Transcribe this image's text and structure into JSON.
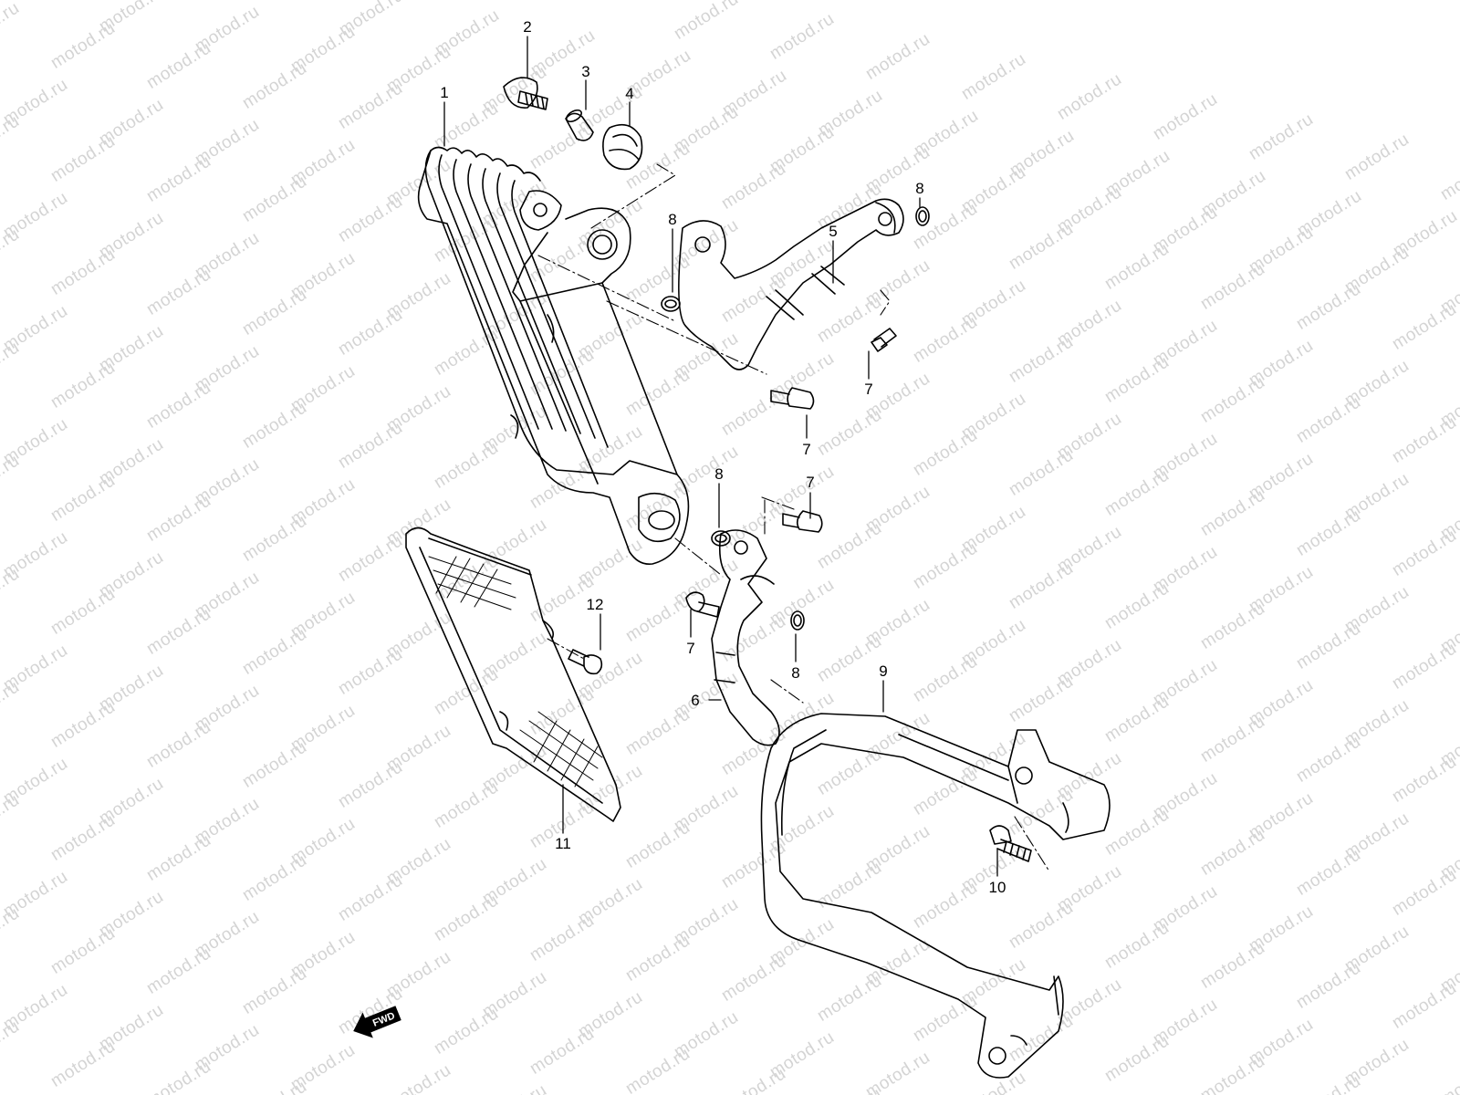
{
  "watermark": {
    "text": "motod.ru"
  },
  "callouts": [
    {
      "id": "c1",
      "label": "1"
    },
    {
      "id": "c2",
      "label": "2"
    },
    {
      "id": "c3",
      "label": "3"
    },
    {
      "id": "c4",
      "label": "4"
    },
    {
      "id": "c5",
      "label": "5"
    },
    {
      "id": "c6",
      "label": "6"
    },
    {
      "id": "c7a",
      "label": "7"
    },
    {
      "id": "c7b",
      "label": "7"
    },
    {
      "id": "c7c",
      "label": "7"
    },
    {
      "id": "c7d",
      "label": "7"
    },
    {
      "id": "c8a",
      "label": "8"
    },
    {
      "id": "c8b",
      "label": "8"
    },
    {
      "id": "c8c",
      "label": "8"
    },
    {
      "id": "c8d",
      "label": "8"
    },
    {
      "id": "c9",
      "label": "9"
    },
    {
      "id": "c10",
      "label": "10"
    },
    {
      "id": "c11",
      "label": "11"
    },
    {
      "id": "c12",
      "label": "12"
    }
  ],
  "fwd_indicator": {
    "label": "FWD"
  }
}
